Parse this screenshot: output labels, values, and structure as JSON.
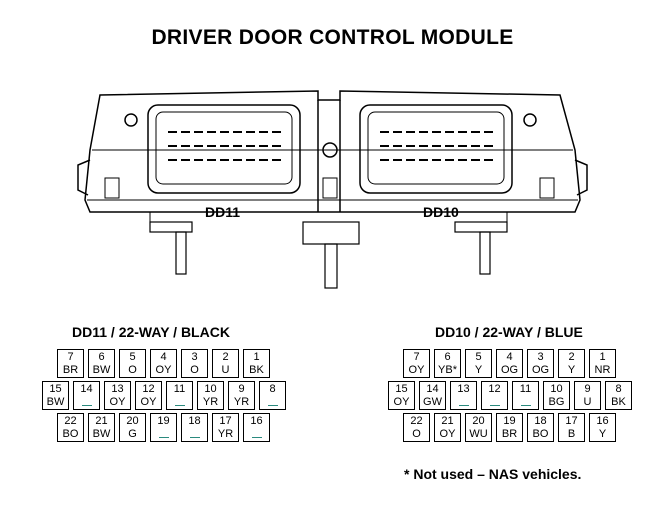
{
  "title": "DRIVER DOOR CONTROL MODULE",
  "module_labels": {
    "left": "DD11",
    "right": "DD10"
  },
  "connectors": [
    {
      "id": "dd11",
      "title": "DD11 / 22-WAY / BLACK",
      "rows": [
        [
          {
            "num": "7",
            "color": "BR"
          },
          {
            "num": "6",
            "color": "BW"
          },
          {
            "num": "5",
            "color": "O"
          },
          {
            "num": "4",
            "color": "OY"
          },
          {
            "num": "3",
            "color": "O"
          },
          {
            "num": "2",
            "color": "U"
          },
          {
            "num": "1",
            "color": "BK"
          }
        ],
        [
          {
            "num": "15",
            "color": "BW"
          },
          {
            "num": "14",
            "color": ""
          },
          {
            "num": "13",
            "color": "OY"
          },
          {
            "num": "12",
            "color": "OY"
          },
          {
            "num": "11",
            "color": ""
          },
          {
            "num": "10",
            "color": "YR"
          },
          {
            "num": "9",
            "color": "YR"
          },
          {
            "num": "8",
            "color": ""
          }
        ],
        [
          {
            "num": "22",
            "color": "BO"
          },
          {
            "num": "21",
            "color": "BW"
          },
          {
            "num": "20",
            "color": "G"
          },
          {
            "num": "19",
            "color": ""
          },
          {
            "num": "18",
            "color": ""
          },
          {
            "num": "17",
            "color": "YR"
          },
          {
            "num": "16",
            "color": ""
          }
        ]
      ]
    },
    {
      "id": "dd10",
      "title": "DD10 / 22-WAY / BLUE",
      "rows": [
        [
          {
            "num": "7",
            "color": "OY"
          },
          {
            "num": "6",
            "color": "YB*"
          },
          {
            "num": "5",
            "color": "Y"
          },
          {
            "num": "4",
            "color": "OG"
          },
          {
            "num": "3",
            "color": "OG"
          },
          {
            "num": "2",
            "color": "Y"
          },
          {
            "num": "1",
            "color": "NR"
          }
        ],
        [
          {
            "num": "15",
            "color": "OY"
          },
          {
            "num": "14",
            "color": "GW"
          },
          {
            "num": "13",
            "color": ""
          },
          {
            "num": "12",
            "color": ""
          },
          {
            "num": "11",
            "color": ""
          },
          {
            "num": "10",
            "color": "BG"
          },
          {
            "num": "9",
            "color": "U"
          },
          {
            "num": "8",
            "color": "BK"
          }
        ],
        [
          {
            "num": "22",
            "color": "O"
          },
          {
            "num": "21",
            "color": "OY"
          },
          {
            "num": "20",
            "color": "WU"
          },
          {
            "num": "19",
            "color": "BR"
          },
          {
            "num": "18",
            "color": "BO"
          },
          {
            "num": "17",
            "color": "B"
          },
          {
            "num": "16",
            "color": "Y"
          }
        ]
      ]
    }
  ],
  "note": "* Not used – NAS vehicles.",
  "colors": {
    "unused_dash": "#2a8a7e"
  }
}
